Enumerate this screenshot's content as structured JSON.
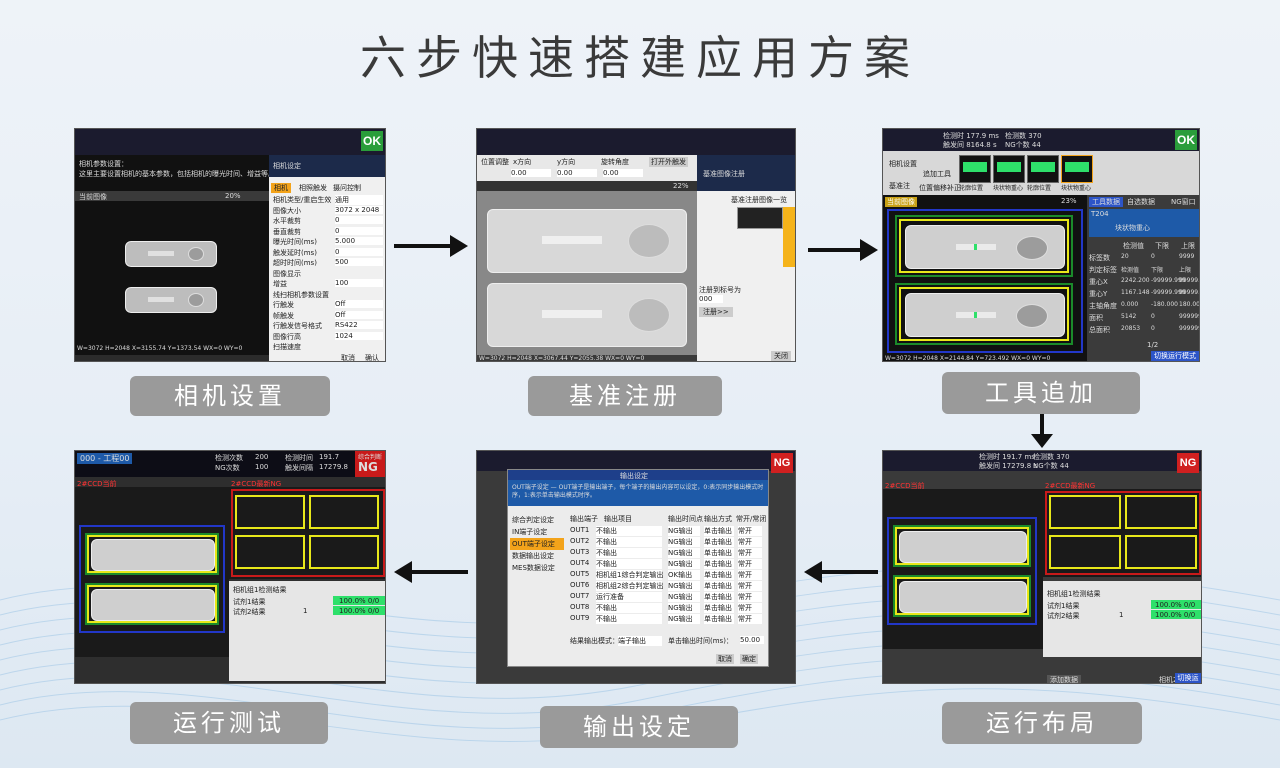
{
  "title": "六步快速搭建应用方案",
  "steps": {
    "camera": {
      "caption": "相机设置",
      "panel_title": "相机设定",
      "tab_camera": "相机",
      "tab_trigger": "相照触发",
      "tab_shoot": "摄问控制",
      "labels": [
        "相机类型/重启生效",
        "图像大小",
        "水平裁剪",
        "垂直裁剪",
        "曝光时间(ms)",
        "触发延时(ms)",
        "超时时间(ms)",
        "图像显示",
        "增益",
        "线扫相机参数设置",
        "行触发",
        "帧触发",
        "行触发信号格式",
        "图像行高",
        "扫描速度"
      ],
      "values": [
        "通用",
        "3072 x 2048",
        "0",
        "0",
        "5.000",
        "0",
        "500",
        "",
        "100",
        "",
        "Off",
        "Off",
        "RS422",
        "1024",
        ""
      ],
      "cancel": "取消",
      "ok": "确认",
      "statusbar": "W=3072 H=2048 X=3155.74 Y=1373.54 WX=0 WY=0",
      "zoom": "20%"
    },
    "register": {
      "caption": "基准注册",
      "panel_title": "基准图像注册",
      "list_title": "基准注册图像一览",
      "btn_open": "打开外触发",
      "pos_adjust": "位置调整",
      "x": "x方向",
      "y": "y方向",
      "rotate": "旋转角度",
      "val_x": "0.00",
      "val_y": "0.00",
      "val_r": "0.00",
      "reg_to": "注册到标号为",
      "reg_val": "000",
      "reg_btn": "注册>>",
      "close": "关闭",
      "zoom": "22%",
      "statusbar": "W=3072 H=2048 X=3067.44 Y=2055.38 WX=0 WY=0"
    },
    "tools": {
      "caption": "工具追加",
      "detect_time": "检测时 177.9 ms",
      "detect_count": "检测数 370",
      "trigger_interval": "触发间 8164.8 s",
      "ng_count": "NG个数 44",
      "ok": "OK",
      "btn_camera": "相机设置",
      "btn_add_tool": "追加工具",
      "btn_register": "基准注",
      "btn_position": "位置偏移补正",
      "thumbs": [
        "轮廓位置",
        "块状物重心",
        "轮廓位置",
        "块状物重心"
      ],
      "tab_tool_data": "工具数据",
      "tab_self_data": "自选数据",
      "tab_ng": "NG窗口",
      "tool_id": "T204",
      "tool_name": "块状物重心",
      "col_value": "检测值",
      "col_low": "下限",
      "col_high": "上限",
      "rows": [
        {
          "k": "标签数",
          "v": "20",
          "lo": "0",
          "hi": "9999"
        },
        {
          "k": "判定标签",
          "v": "检测值",
          "lo": "下限",
          "hi": "上限"
        },
        {
          "k": "重心X",
          "v": "2242.200",
          "lo": "-99999.999",
          "hi": "99999.999"
        },
        {
          "k": "重心Y",
          "v": "1167.148",
          "lo": "-99999.999",
          "hi": "99999.999"
        },
        {
          "k": "主轴角度",
          "v": "0.000",
          "lo": "-180.000",
          "hi": "180.000"
        },
        {
          "k": "面积",
          "v": "5142",
          "lo": "0",
          "hi": "99999999"
        },
        {
          "k": "总面积",
          "v": "20853",
          "lo": "0",
          "hi": "99999999"
        }
      ],
      "page": "1/2",
      "zoom": "23%",
      "statusbar": "W=3072 H=2048 X=2144.84 Y=723.492 WX=0 WY=0",
      "current_image": "当前图像",
      "run_btn": "切换运行模式"
    },
    "layout": {
      "caption": "运行布局",
      "detect_time": "检测时 191.7 ms",
      "detect_count": "检测数 370",
      "trigger_interval": "触发间 17279.8 s",
      "ng_count": "NG个数 44",
      "ng": "NG",
      "cam1_label": "2#CCD当前",
      "cam2_label": "2#CCD最新NG",
      "result_title": "相机组1检测结果",
      "r1_label": "试剂1结果",
      "r1_value": "100.0% 0/0",
      "r2_label": "试剂2结果",
      "r2_mid": "1",
      "r2_value": "100.0% 0/0",
      "add_data": "添加数据",
      "cam_group": "相机2",
      "run_btn": "切换运行检测"
    },
    "output": {
      "caption": "输出设定",
      "dialog_title": "输出设定",
      "desc": "OUT端子设定 — OUT端子是输出端子，每个端子的输出内容可以设定，0:表示同步输出模式时序，1:表示单击输出模式时序。",
      "menu": [
        "综合判定设定",
        "IN端子设定",
        "OUT端子设定",
        "数据输出设定",
        "MES数据设定"
      ],
      "col_terminal": "输出端子",
      "col_item": "输出项目",
      "col_time": "输出时间点",
      "col_mode": "输出方式",
      "col_oc": "常开/常闭",
      "outs": [
        {
          "t": "OUT1",
          "i": "不输出",
          "time": "NG输出",
          "mode": "单击输出",
          "oc": "常开"
        },
        {
          "t": "OUT2",
          "i": "不输出",
          "time": "NG输出",
          "mode": "单击输出",
          "oc": "常开"
        },
        {
          "t": "OUT3",
          "i": "不输出",
          "time": "NG输出",
          "mode": "单击输出",
          "oc": "常开"
        },
        {
          "t": "OUT4",
          "i": "不输出",
          "time": "NG输出",
          "mode": "单击输出",
          "oc": "常开"
        },
        {
          "t": "OUT5",
          "i": "相机组1综合判定输出",
          "time": "OK输出",
          "mode": "单击输出",
          "oc": "常开"
        },
        {
          "t": "OUT6",
          "i": "相机组2综合判定输出",
          "time": "NG输出",
          "mode": "单击输出",
          "oc": "常开"
        },
        {
          "t": "OUT7",
          "i": "运行准备",
          "time": "NG输出",
          "mode": "单击输出",
          "oc": "常开"
        },
        {
          "t": "OUT8",
          "i": "不输出",
          "time": "NG输出",
          "mode": "单击输出",
          "oc": "常开"
        },
        {
          "t": "OUT9",
          "i": "不输出",
          "time": "NG输出",
          "mode": "单击输出",
          "oc": "常开"
        }
      ],
      "result_mode_label": "结果输出模式：",
      "result_mode": "端子输出",
      "single_time_label": "单击输出时间(ms)：",
      "single_time": "50.00",
      "cancel": "取消",
      "ok": "确定",
      "ng": "NG"
    },
    "runtest": {
      "caption": "运行测试",
      "project": "000 - 工程00",
      "detect_count_label": "检测次数",
      "detect_count": "200",
      "ng_label": "NG次数",
      "ng_count": "100",
      "time_label": "检测时间",
      "time_val": "191.7",
      "interval_label": "触发间隔",
      "interval_val": "17279.8",
      "judge": "综合判断",
      "ng": "NG",
      "cam1_label": "2#CCD当前",
      "cam2_label": "2#CCD最新NG",
      "result_title": "相机组1检测结果",
      "r1_label": "试剂1结果",
      "r1_value": "100.0% 0/0",
      "r2_label": "试剂2结果",
      "r2_mid": "1",
      "r2_value": "100.0% 0/0"
    }
  }
}
